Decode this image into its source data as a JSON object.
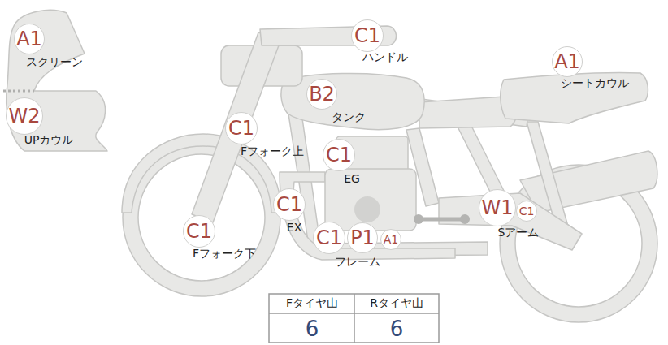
{
  "diagram": {
    "nodes": [
      {
        "text": [
          "C1"
        ]
      },
      {
        "text": [
          "A1"
        ]
      },
      {
        "text": [
          "A1"
        ]
      },
      {
        "text": [
          "B2"
        ]
      },
      {
        "text": [
          "W2"
        ]
      },
      {
        "text": [
          "C1"
        ]
      },
      {
        "text": [
          "C1"
        ]
      },
      {
        "text": [
          "C1"
        ]
      },
      {
        "text": [
          "W1"
        ]
      },
      {
        "text": [
          "C1"
        ]
      },
      {
        "text": [
          "C1"
        ]
      },
      {
        "text": [
          "C1"
        ]
      },
      {
        "text": [
          "P1"
        ]
      },
      {
        "text": [
          "A1"
        ]
      }
    ],
    "edges": [],
    "labels": [
      "スクリーン",
      "ハンドル",
      "シートカウル",
      "タンク",
      "UPカウル",
      "Fフォーク上",
      "EG",
      "Sアーム",
      "EX",
      "Fフォーク下",
      "フレーム",
      "Fタイヤ山",
      "Rタイヤ山",
      "6",
      "6"
    ]
  }
}
